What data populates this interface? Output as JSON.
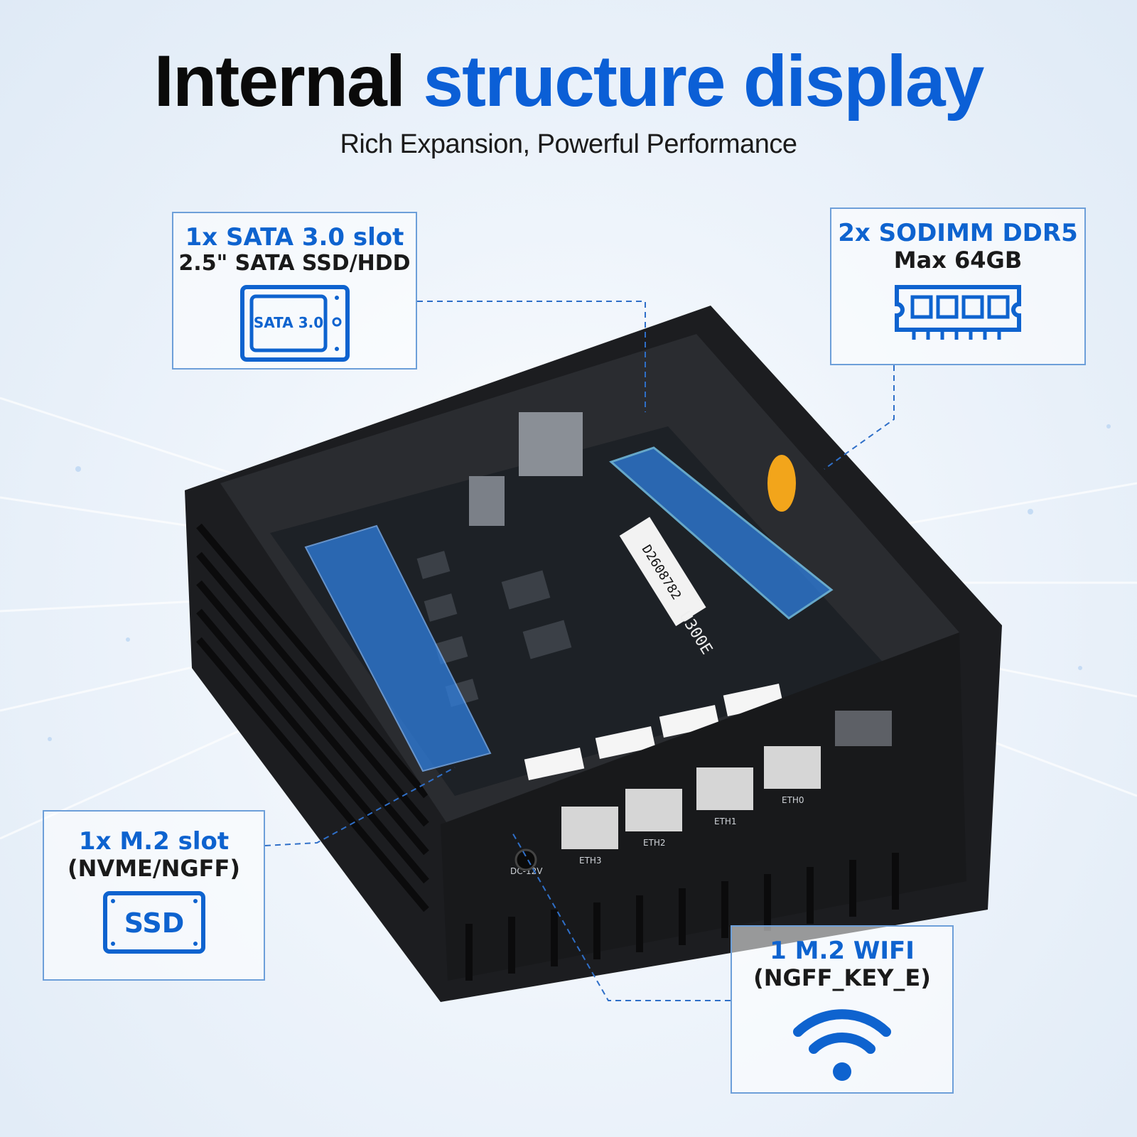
{
  "title": {
    "part1": "Internal",
    "part2": "structure display"
  },
  "subtitle": "Rich Expansion, Powerful Performance",
  "callouts": {
    "sata": {
      "heading": "1x SATA 3.0 slot",
      "sub": "2.5\" SATA SSD/HDD",
      "icon": "sata-drive-icon",
      "icon_text": "SATA 3.0"
    },
    "ddr": {
      "heading": "2x SODIMM DDR5",
      "sub": "Max 64GB",
      "icon": "ram-module-icon"
    },
    "m2": {
      "heading": "1x M.2 slot",
      "sub": "(NVME/NGFF)",
      "icon": "ssd-icon",
      "icon_text": "SSD"
    },
    "wifi": {
      "heading": "1 M.2 WIFI",
      "sub": "(NGFF_KEY_E)",
      "icon": "wifi-icon"
    }
  },
  "device": {
    "ram_label": "D2608782",
    "chip_label": "U300E",
    "ports": [
      "ETH0",
      "ETH1",
      "ETH2",
      "ETH3"
    ],
    "power_label": "DC-12V"
  },
  "colors": {
    "accent": "#0b5fd6",
    "callout_border": "#6d9fd9",
    "chassis": "#1c1d20",
    "highlight": "#2f7fe0"
  }
}
